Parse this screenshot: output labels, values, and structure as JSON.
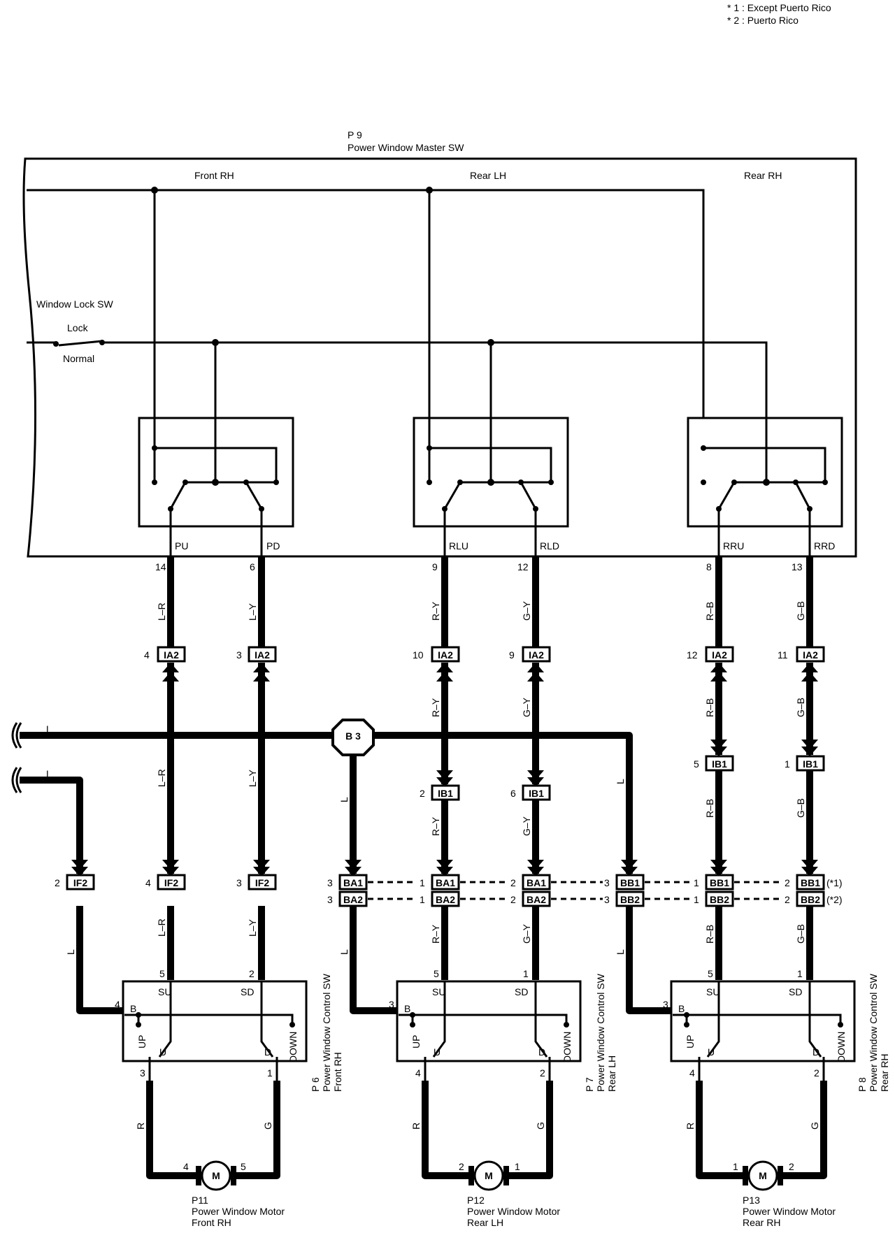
{
  "notes": [
    "* 1 : Except Puerto Rico",
    "* 2 : Puerto Rico"
  ],
  "master": {
    "id": "P 9",
    "name": "Power Window Master SW",
    "sections": [
      "Front RH",
      "Rear LH",
      "Rear RH"
    ],
    "lock_sw": {
      "title": "Window Lock SW",
      "lock": "Lock",
      "normal": "Normal"
    },
    "terminals": [
      {
        "name": "PU",
        "pin": "14",
        "wire": "L–R",
        "conn_pin": "4",
        "conn": "IA2"
      },
      {
        "name": "PD",
        "pin": "6",
        "wire": "L–Y",
        "conn_pin": "3",
        "conn": "IA2"
      },
      {
        "name": "RLU",
        "pin": "9",
        "wire": "R–Y",
        "conn_pin": "10",
        "conn": "IA2"
      },
      {
        "name": "RLD",
        "pin": "12",
        "wire": "G–Y",
        "conn_pin": "9",
        "conn": "IA2"
      },
      {
        "name": "RRU",
        "pin": "8",
        "wire": "R–B",
        "conn_pin": "12",
        "conn": "IA2"
      },
      {
        "name": "RRD",
        "pin": "13",
        "wire": "G–B",
        "conn_pin": "11",
        "conn": "IA2"
      }
    ]
  },
  "junction": "B 3",
  "bus_wire": "L",
  "mid": {
    "wires": [
      "R–Y",
      "G–Y",
      "R–B",
      "G–B"
    ],
    "ib1": [
      {
        "pin": "2",
        "name": "IB1"
      },
      {
        "pin": "6",
        "name": "IB1"
      },
      {
        "pin": "5",
        "name": "IB1"
      },
      {
        "pin": "1",
        "name": "IB1"
      }
    ]
  },
  "connectors": {
    "row1": [
      {
        "pin": "2",
        "name": "IF2"
      },
      {
        "pin": "4",
        "name": "IF2"
      },
      {
        "pin": "3",
        "name": "IF2"
      },
      {
        "pin": "3",
        "name": "BA1"
      },
      {
        "pin": "1",
        "name": "BA1"
      },
      {
        "pin": "2",
        "name": "BA1"
      },
      {
        "pin": "3",
        "name": "BB1"
      },
      {
        "pin": "1",
        "name": "BB1"
      },
      {
        "pin": "2",
        "name": "BB1"
      }
    ],
    "row2": [
      {
        "pin": "3",
        "name": "BA2"
      },
      {
        "pin": "1",
        "name": "BA2"
      },
      {
        "pin": "2",
        "name": "BA2"
      },
      {
        "pin": "3",
        "name": "BB2"
      },
      {
        "pin": "1",
        "name": "BB2"
      },
      {
        "pin": "2",
        "name": "BB2"
      }
    ],
    "note1": "(*1)",
    "note2": "(*2)"
  },
  "control_switches": [
    {
      "id": "P 6",
      "name": "Power Window Control SW",
      "loc": "Front RH",
      "su_pin": "5",
      "sd_pin": "2",
      "b_pin": "4",
      "u_pin": "3",
      "d_pin": "1"
    },
    {
      "id": "P 7",
      "name": "Power Window Control SW",
      "loc": "Rear LH",
      "su_pin": "5",
      "sd_pin": "1",
      "b_pin": "3",
      "u_pin": "4",
      "d_pin": "2"
    },
    {
      "id": "P 8",
      "name": "Power Window Control SW",
      "loc": "Rear RH",
      "su_pin": "5",
      "sd_pin": "1",
      "b_pin": "3",
      "u_pin": "4",
      "d_pin": "2"
    }
  ],
  "switch_labels": {
    "su": "SU",
    "sd": "SD",
    "b": "B",
    "u": "U",
    "d": "D",
    "up": "UP",
    "down": "DOWN"
  },
  "lower_wires": [
    "L",
    "L–R",
    "L–Y",
    "L",
    "R–Y",
    "G–Y",
    "L",
    "R–B",
    "G–B"
  ],
  "motor_wires": {
    "left": "R",
    "right": "G"
  },
  "motors": [
    {
      "id": "P11",
      "name": "Power Window Motor",
      "loc": "Front RH",
      "left_pin": "4",
      "right_pin": "5",
      "symbol": "M"
    },
    {
      "id": "P12",
      "name": "Power Window Motor",
      "loc": "Rear LH",
      "left_pin": "2",
      "right_pin": "1",
      "symbol": "M"
    },
    {
      "id": "P13",
      "name": "Power Window Motor",
      "loc": "Rear RH",
      "left_pin": "1",
      "right_pin": "2",
      "symbol": "M"
    }
  ]
}
